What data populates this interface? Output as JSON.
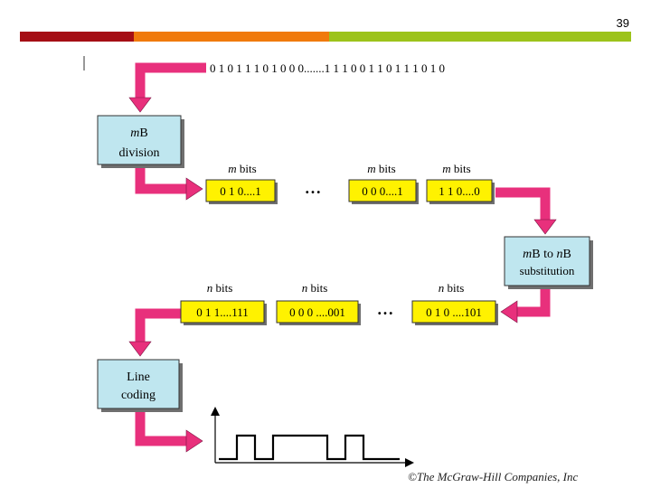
{
  "slide": {
    "number": "39"
  },
  "colors": {
    "bar": [
      "#a50e15",
      "#f07a0c",
      "#9cc31a"
    ],
    "arrow": "#e8307c",
    "arrow_stroke": "#7a1040",
    "process_box": "#bfe6ef",
    "bit_box": "#fff200",
    "box_shadow": "#6f6f6f"
  },
  "diagram": {
    "input_bits": "0 1 0 1 1 1 0 1 0 0 0.......1 1 1 0 0 1 1 0 1 1 1 0 1 0",
    "mb_division": {
      "line1_italic": "m",
      "line1_rest": "B",
      "line2": "division"
    },
    "mb_to_nb": {
      "line1_p1": "m",
      "line1_p2": "B to ",
      "line1_p3": "n",
      "line1_p4": "B",
      "line2": "substitution"
    },
    "line_coding": {
      "line1": "Line",
      "line2": "coding"
    },
    "m_blocks": [
      {
        "label_var": "m",
        "label_rest": " bits",
        "value": "0 1 0....1"
      },
      {
        "label_var": "m",
        "label_rest": " bits",
        "value": "0 0 0....1"
      },
      {
        "label_var": "m",
        "label_rest": " bits",
        "value": "1 1 0....0"
      }
    ],
    "n_blocks": [
      {
        "label_var": "n",
        "label_rest": " bits",
        "value": "0 1 1....111"
      },
      {
        "label_var": "n",
        "label_rest": " bits",
        "value": "0 0 0 ....001"
      },
      {
        "label_var": "n",
        "label_rest": " bits",
        "value": "0 1 0 ....101"
      }
    ],
    "ellipsis": "• • •",
    "waveform_levels": [
      0,
      1,
      0,
      1,
      1,
      1,
      0,
      1,
      0,
      0
    ]
  },
  "credit": "©The McGraw-Hill Companies, Inc"
}
